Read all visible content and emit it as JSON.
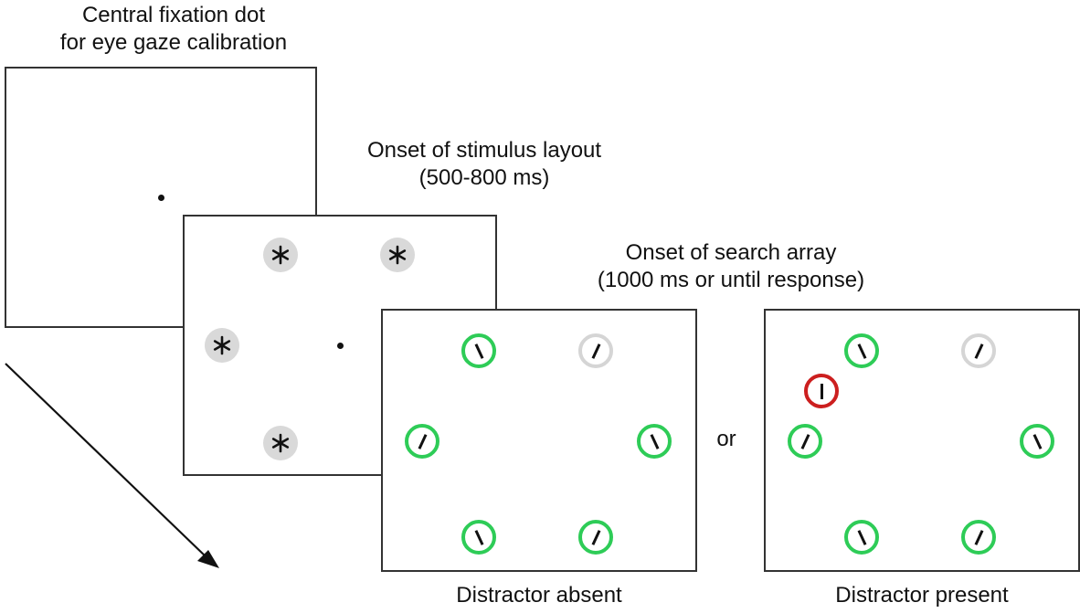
{
  "labels": {
    "fixation": [
      "Central fixation dot",
      "for eye gaze calibration"
    ],
    "stimulus_layout": [
      "Onset of stimulus layout",
      "(500-800 ms)"
    ],
    "search_array": [
      "Onset of search array",
      "(1000 ms or until response)"
    ],
    "or": "or",
    "distractor_absent": "Distractor absent",
    "distractor_present": "Distractor present"
  },
  "colors": {
    "target_ring": "#2ecc57",
    "neutral_ring": "#d5d5d5",
    "distractor_ring": "#cc1f1f",
    "placeholder_fill": "#d9d9d9"
  },
  "icons": {
    "placeholder": "asterisk",
    "fixation": "dot",
    "time_arrow": "arrow"
  }
}
